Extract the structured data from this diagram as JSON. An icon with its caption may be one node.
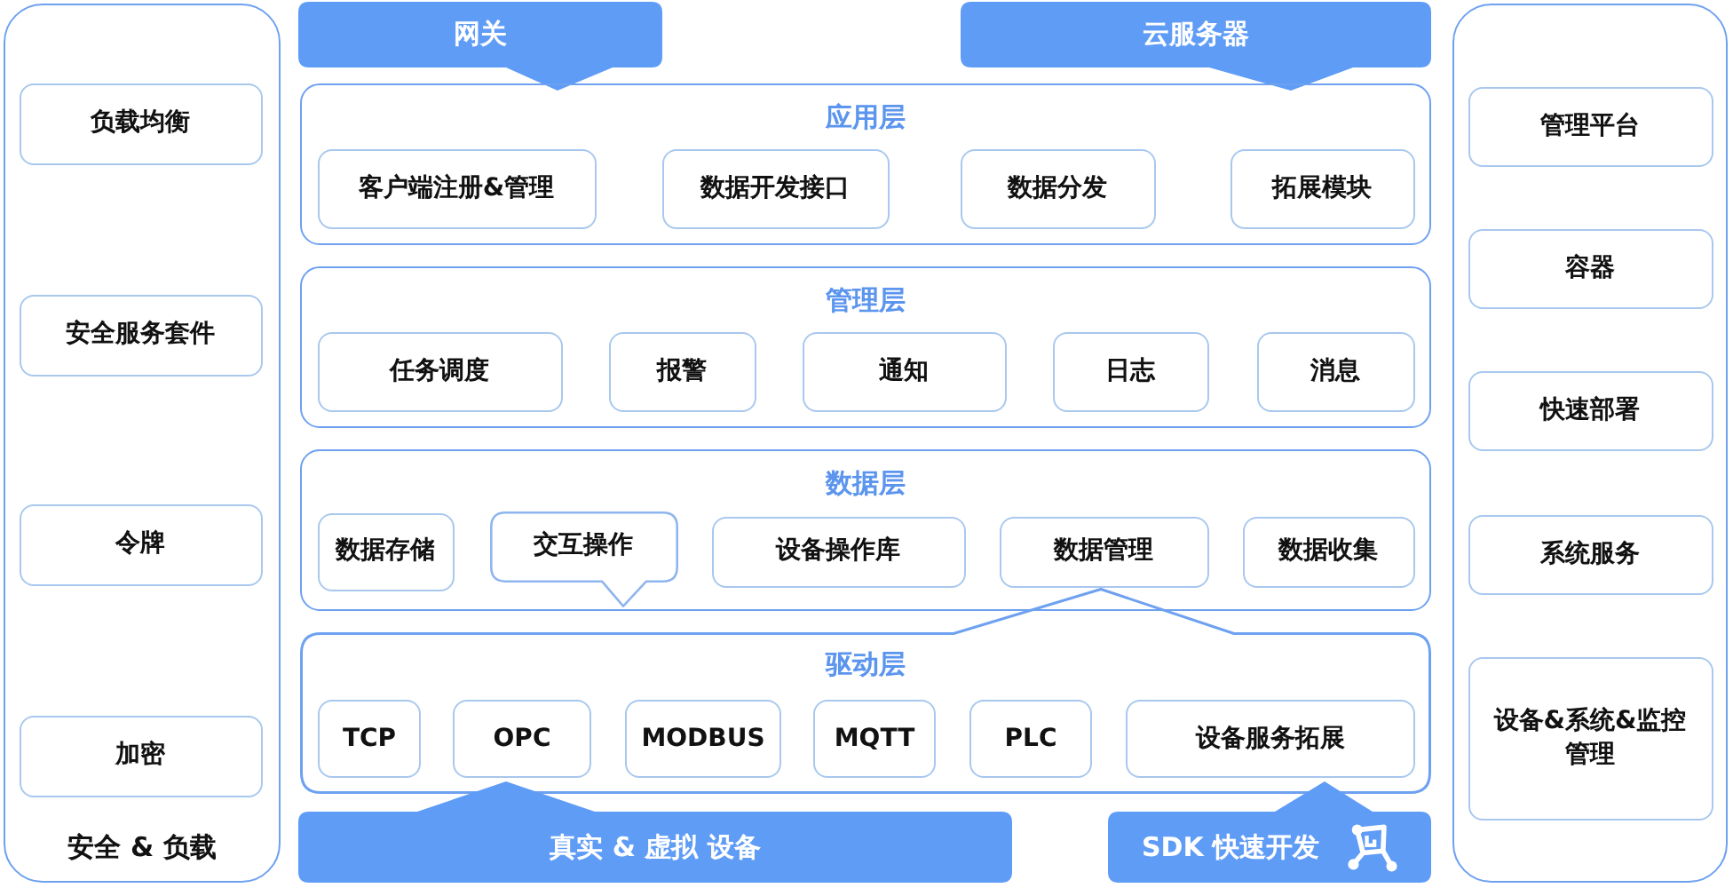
{
  "diagram": {
    "nodes": [
      {
        "text": [
          "安全 & 负载"
        ]
      },
      {
        "text": [
          "负载均衡"
        ],
        "in": 0
      },
      {
        "text": [
          "安全服务套件"
        ],
        "in": 0
      },
      {
        "text": [
          "令牌"
        ],
        "in": 0
      },
      {
        "text": [
          "加密"
        ],
        "in": 0
      },
      {
        "text": [
          "网关"
        ]
      },
      {
        "text": [
          "云服务器"
        ]
      },
      {
        "text": [
          "应用层"
        ]
      },
      {
        "text": [
          "客户端注册&管理"
        ],
        "in": 7
      },
      {
        "text": [
          "数据开发接口"
        ],
        "in": 7
      },
      {
        "text": [
          "数据分发"
        ],
        "in": 7
      },
      {
        "text": [
          "拓展模块"
        ],
        "in": 7
      },
      {
        "text": [
          "管理层"
        ]
      },
      {
        "text": [
          "任务调度"
        ],
        "in": 12
      },
      {
        "text": [
          "报警"
        ],
        "in": 12
      },
      {
        "text": [
          "通知"
        ],
        "in": 12
      },
      {
        "text": [
          "日志"
        ],
        "in": 12
      },
      {
        "text": [
          "消息"
        ],
        "in": 12
      },
      {
        "text": [
          "数据层"
        ]
      },
      {
        "text": [
          "数据存储"
        ],
        "in": 18
      },
      {
        "text": [
          "交互操作"
        ],
        "in": 18
      },
      {
        "text": [
          "设备操作库"
        ],
        "in": 18
      },
      {
        "text": [
          "数据管理"
        ],
        "in": 18
      },
      {
        "text": [
          "数据收集"
        ],
        "in": 18
      },
      {
        "text": [
          "驱动层"
        ]
      },
      {
        "text": [
          "TCP"
        ],
        "in": 24
      },
      {
        "text": [
          "OPC"
        ],
        "in": 24
      },
      {
        "text": [
          "MODBUS"
        ],
        "in": 24
      },
      {
        "text": [
          "MQTT"
        ],
        "in": 24
      },
      {
        "text": [
          "PLC"
        ],
        "in": 24
      },
      {
        "text": [
          "设备服务拓展"
        ],
        "in": 24
      },
      {
        "text": [
          "真实 & 虚拟 设备"
        ]
      },
      {
        "text": [
          "SDK 快速开发"
        ]
      },
      {
        "text": [],
        "shape": "box"
      },
      {
        "text": [
          "管理平台"
        ],
        "in": 33
      },
      {
        "text": [
          "容器"
        ],
        "in": 33
      },
      {
        "text": [
          "快速部署"
        ],
        "in": 33
      },
      {
        "text": [
          "系统服务"
        ],
        "in": 33
      },
      {
        "text": [
          "设备&系统&监控管理"
        ],
        "in": 33
      }
    ]
  }
}
